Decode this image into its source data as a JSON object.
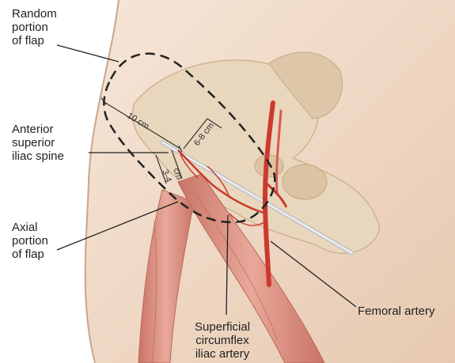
{
  "labels": {
    "random_portion": "Random\nportion\nof flap",
    "asis": "Anterior\nsuperior\niliac spine",
    "axial_portion": "Axial\nportion\nof flap",
    "scia": "Superficial\ncircumflex\niliac artery",
    "femoral_artery": "Femoral artery"
  },
  "dimensions": {
    "length": "10 cm",
    "width": "6-8 cm",
    "offset_a": "3-4",
    "offset_b": "cm"
  },
  "colors": {
    "skin": "#f1dccb",
    "skin_shadow": "#e2c2a8",
    "bone": "#e8d5b8",
    "muscle": "#d98e80",
    "artery": "#cc3a2e",
    "leader": "#222222"
  }
}
